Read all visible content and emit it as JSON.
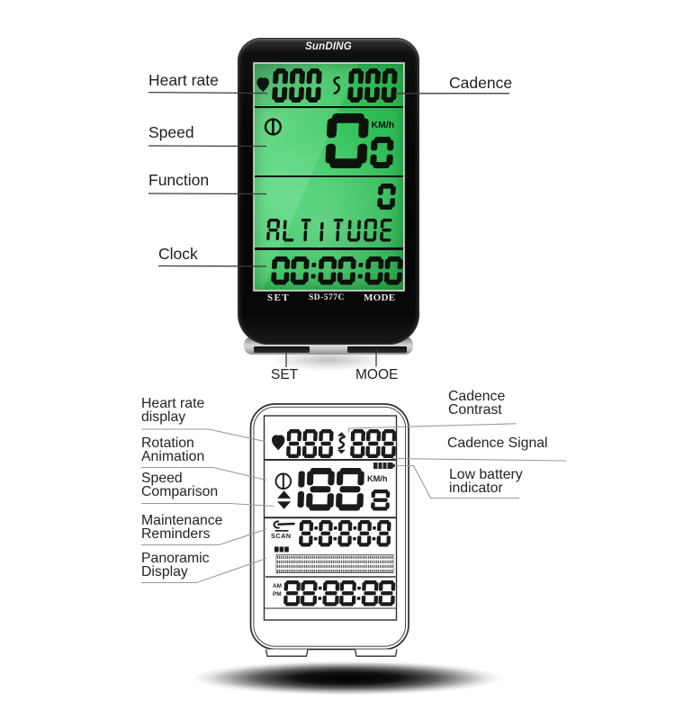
{
  "top_section": {
    "callouts": {
      "heart_rate": "Heart rate",
      "cadence": "Cadence",
      "speed": "Speed",
      "function": "Function",
      "clock": "Clock",
      "set_button": "SET",
      "mode_button": "MOOE"
    },
    "device": {
      "brand": "SunDING",
      "lcd": {
        "heart_rate_value": "000",
        "cadence_value": "000",
        "speed_value": "0",
        "speed_decimal": "0",
        "speed_unit": "KM/h",
        "function_value": "0",
        "function_label": "ALTITUDE",
        "clock_value": "00:00:00"
      },
      "bezel": {
        "set": "SET",
        "model": "SD-577C",
        "mode": "MODE"
      }
    }
  },
  "bottom_section": {
    "callouts_left": {
      "heart_rate_display": "Heart rate\ndisplay",
      "rotation_animation": "Rotation\nAnimation",
      "speed_comparison": "Speed\nComparison",
      "maintenance_reminders": "Maintenance\nReminders",
      "panoramic_display": "Panoramic\nDisplay"
    },
    "callouts_right": {
      "cadence_contrast": "Cadence\nContrast",
      "cadence_signal": "Cadence Signal",
      "low_battery_indicator": "Low battery\nindicator"
    },
    "diagram": {
      "heart_rate_value": "888",
      "cadence_value": "888",
      "speed_value": "188",
      "speed_decimal": "8",
      "speed_unit": "KM/h",
      "scan_label": "SCAN",
      "distance_value": "8:8:8:8:8",
      "am_label": "AM",
      "pm_label": "PM",
      "clock_value": "88:88:88"
    }
  },
  "icons": {
    "top": [
      "heart-icon",
      "cadence-signal-icon",
      "rotation-circle-icon"
    ],
    "bottom": [
      "heart-icon",
      "cadence-signal-arrows-icon",
      "battery-icon",
      "rotation-circle-icon",
      "speed-comparison-arrows-icon",
      "wrench-icon",
      "panoramic-squares-icon",
      "panoramic-band"
    ]
  },
  "colors": {
    "lcd_green_mid": "#3bd165",
    "lcd_green_dark": "#2cbb53",
    "device_black": "#070707",
    "digit_black": "#0c130a",
    "line_drawing": "#2e2e2e",
    "callout_leader_top": "#3c3c3c",
    "callout_leader_bottom": "#9a9a9a",
    "background": "#ffffff"
  }
}
